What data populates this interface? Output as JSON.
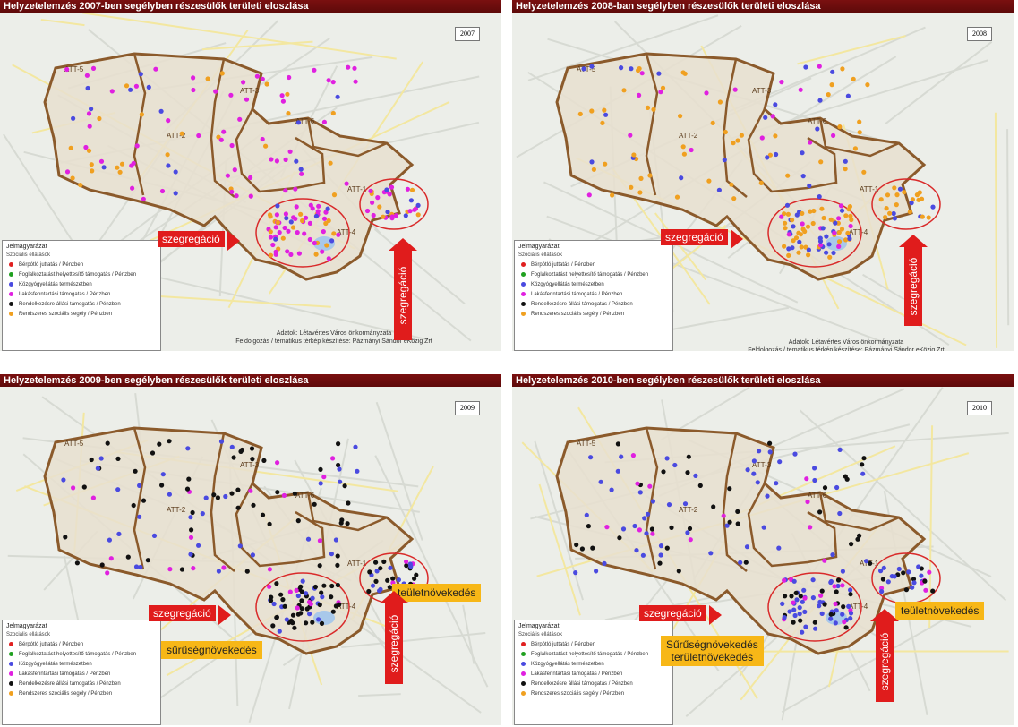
{
  "panels": [
    {
      "title": "Helyzetelemzés 2007-ben segélyben részesülők területi eloszlása",
      "year": "2007"
    },
    {
      "title": "Helyzetelemzés 2008-ban segélyben részesülők területi eloszlása",
      "year": "2008"
    },
    {
      "title": "Helyzetelemzés 2009-ben segélyben részesülők területi eloszlása",
      "year": "2009"
    },
    {
      "title": "Helyzetelemzés 2010-ben segélyben részesülők területi eloszlása",
      "year": "2010"
    }
  ],
  "legend": {
    "title": "Jelmagyarázat",
    "subtitle": "Szociális ellátások",
    "items": [
      {
        "label": "Bérpótló juttatás / Pénzben",
        "color": "#e02020"
      },
      {
        "label": "Foglalkoztatást helyettesítő támogatás / Pénzben",
        "color": "#20a020"
      },
      {
        "label": "Közgyógyellátás természetben",
        "color": "#4a4ae0"
      },
      {
        "label": "Lakásfenntartási támogatás / Pénzben",
        "color": "#e020e0"
      },
      {
        "label": "Rendelkezésre állási támogatás / Pénzben",
        "color": "#111111"
      },
      {
        "label": "Rendszeres szociális segély / Pénzben",
        "color": "#f0a020"
      }
    ]
  },
  "credits": {
    "line1": "Adatok: Létavértes Város önkormányzata",
    "line2": "Feldolgozás / tematikus térkép készítése: Pázmányi Sándor eKözig Zrt"
  },
  "districts": [
    "ATT-5",
    "ATT-3",
    "ATT-2",
    "ATT-6",
    "ATT-1",
    "ATT-4"
  ],
  "annotations": {
    "segregation": "szegregáció",
    "density_growth": "sűrűségnövekedés",
    "area_growth": "teületnövekedés",
    "combined_line1": "Sűrűségnövekedés",
    "combined_line2": "területnövekedés"
  },
  "dominant_colors": {
    "2007": [
      "#e020e0",
      "#f0a020",
      "#4a4ae0"
    ],
    "2008": [
      "#f0a020",
      "#4a4ae0",
      "#e020e0"
    ],
    "2009": [
      "#111111",
      "#4a4ae0",
      "#e020e0"
    ],
    "2010": [
      "#4a4ae0",
      "#111111",
      "#e020e0"
    ]
  }
}
